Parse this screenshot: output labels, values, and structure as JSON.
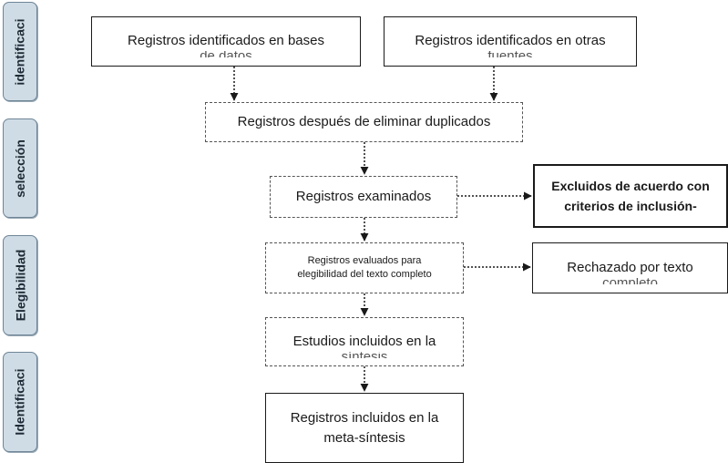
{
  "stages": [
    {
      "label": "identificaci"
    },
    {
      "label": "selección"
    },
    {
      "label": "Elegibilidad"
    },
    {
      "label": "Identificaci"
    }
  ],
  "boxes": {
    "databases": {
      "line1": "Registros identificados en bases",
      "line2": "de datos"
    },
    "other_sources": {
      "line1": "Registros identificados en otras",
      "line2": "fuentes"
    },
    "after_duplicates": {
      "line1": "Registros después de eliminar duplicados"
    },
    "screened": {
      "line1": "Registros examinados"
    },
    "excluded": {
      "line1": "Excluidos de acuerdo con",
      "line2": "criterios de inclusión-"
    },
    "fulltext": {
      "line1": "Registros evaluados para",
      "line2": "elegibilidad del texto completo"
    },
    "rejected": {
      "line1": "Rechazado por texto",
      "line2": "completo"
    },
    "studies_included": {
      "line1": "Estudios incluidos en la",
      "line2": "síntesis"
    },
    "meta_synthesis": {
      "line1": "Registros incluidos en la",
      "line2": "meta-síntesis"
    }
  }
}
